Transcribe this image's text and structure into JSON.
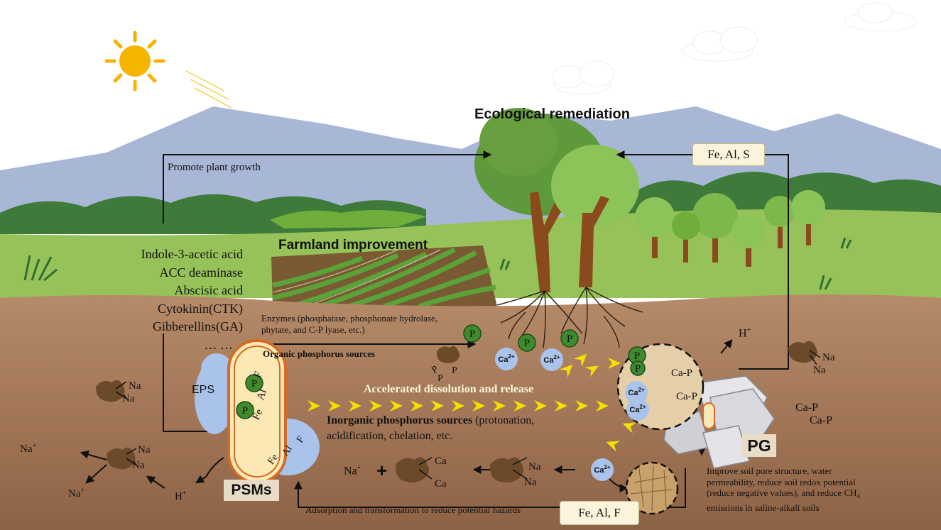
{
  "title": "Ecological remediation",
  "farmland_label": "Farmland improvement",
  "promote_label": "Promote plant growth",
  "phytohormones": [
    "Indole-3-acetic acid",
    "ACC deaminase",
    "Abscisic acid",
    "Cytokinin(CTK)",
    "Gibberellins(GA)",
    "… …"
  ],
  "enzymes_line1": "Enzymes (phosphatase, phosphonate hydrolase,",
  "enzymes_line2": "phytate, and C-P lyase, etc.)",
  "organic_label": "Organic phosphorus sources",
  "accelerated_label": "Accelerated dissolution and release",
  "inorganic_bold": "Inorganic phosphorus sources",
  "inorganic_rest": "(protonation,",
  "inorganic_line2": "acidification, chelation, etc.",
  "eps_label": "EPS",
  "psms_label": "PSMs",
  "pg_label": "PG",
  "fe_al_s": "Fe, Al, S",
  "fe_al_f": "Fe, Al, F",
  "adsorption_label": "Adsorption and transformation to reduce potential hazards",
  "improve_lines": [
    "Improve soil pore structure, water",
    "permeability, reduce soil redox potential",
    "(reduce negative values), and reduce CH",
    "emissions in saline-alkali soils"
  ],
  "improve_sub": "4",
  "p_symbol": "P",
  "ca_ion": "Ca",
  "ion_charge": "2+",
  "ca_p": "Ca-P",
  "na": "Na",
  "na_plus": "Na",
  "plus_charge": "+",
  "h": "H",
  "ca": "Ca",
  "plus_sign": "+",
  "cell_fe": "Fe",
  "cell_al": "Al",
  "cell_f": "F",
  "colors": {
    "sky": "#ffffff",
    "mountain": "#a9b7d6",
    "grass": "#97c25a",
    "soil": "#a87d5e",
    "tree_dark": "#5e9a3b",
    "tree_light": "#8cc45a",
    "trunk": "#8a4a1c",
    "p_ball": "#3f8a2e",
    "ca_ball": "#a9c3ea",
    "arrow_yellow": "#f7e000",
    "sun": "#f5b400"
  }
}
